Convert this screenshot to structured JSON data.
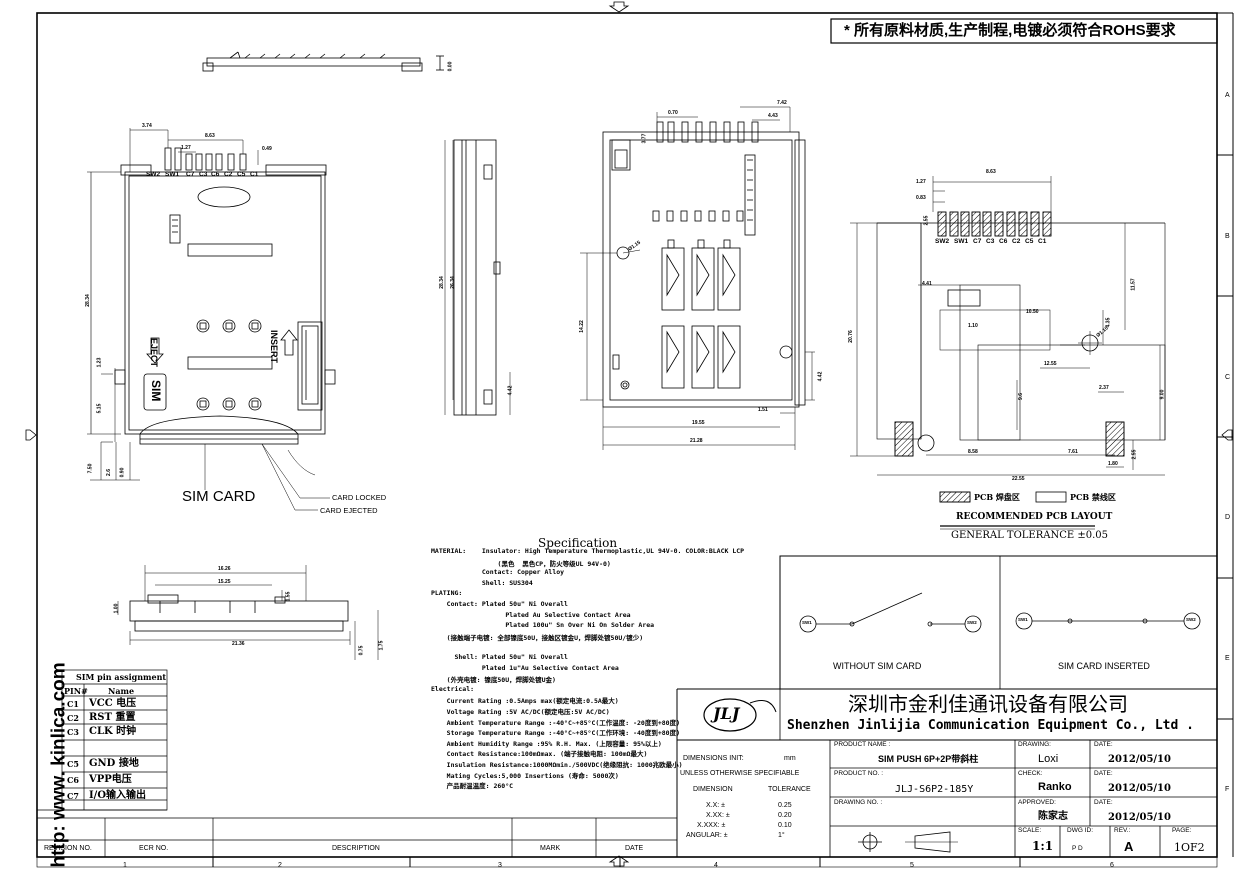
{
  "watermark": "http: www. kinlica.com",
  "rohs_notice": "* 所有原料材质,生产制程,电镀必须符合ROHS要求",
  "zone_letters": [
    "A",
    "B",
    "C",
    "D",
    "E",
    "F"
  ],
  "column_numbers": [
    "1",
    "2",
    "3",
    "4",
    "5",
    "6"
  ],
  "front_view": {
    "pins": [
      "SW2",
      "SW1",
      "C7",
      "C3",
      "C6",
      "C2",
      "C5",
      "C1"
    ],
    "dims": {
      "d374": "3.74",
      "d863": "8.63",
      "d127": "1.27",
      "d049": "0.49",
      "d2884": "28.34",
      "d123": "1.23",
      "d515": "5.15",
      "d750": "7.50",
      "d2": "2.6",
      "d0": "0.90"
    },
    "eject": "EJECT",
    "insert": "INSERT",
    "sim": "SIM",
    "sim_card": "SIM CARD",
    "card_locked": "CARD LOCKED",
    "card_ejected": "CARD EJECTED"
  },
  "top_view_dim": "0.00",
  "side_view_dims": {
    "a": "28.34",
    "b": "26.34",
    "c": "4.42"
  },
  "rear_view_dims": {
    "a": "7.42",
    "b": "4.43",
    "c": "0.70",
    "d": "3.77",
    "e": "14.22",
    "f": "1.51",
    "g": "19.55",
    "h": "21.28",
    "i": "4.42",
    "j": "Ø1.15"
  },
  "bottom_view_dims": {
    "a": "16.26",
    "b": "15.25",
    "c": "21.36",
    "d": "1.00",
    "e": "1.55",
    "f": "0.75",
    "g": "1.75"
  },
  "pcb_layout": {
    "pins": [
      "SW2",
      "SW1",
      "C7",
      "C3",
      "C6",
      "C2",
      "C5",
      "C1"
    ],
    "dims": {
      "a": "1.27",
      "b": "0.83",
      "c": "8.63",
      "d": "2.55",
      "e": "4.41",
      "f": "11.57",
      "g": "20.76",
      "h": "1.10",
      "i": "10.50",
      "j": "4.35",
      "k": "12.55",
      "l": "Ø1.10",
      "m": "9.6",
      "n": "2.37",
      "o": "9.00",
      "p": "8.58",
      "q": "7.61",
      "r": "1.80",
      "s": "22.55",
      "t": "2.55"
    },
    "legend_pad": "PCB 焊盘区",
    "legend_keepout": "PCB 禁线区",
    "title": "RECOMMENDED PCB LAYOUT",
    "tolerance": "GENERAL TOLERANCE ±0.05"
  },
  "switch_diagram": {
    "sw1": "SW1",
    "sw2": "SW2",
    "without": "WITHOUT SIM CARD",
    "inserted": "SIM CARD INSERTED"
  },
  "specification": {
    "title": "Specification",
    "lines": [
      "MATERIAL:    Insulator: High Temperature Thermoplastic,UL 94V-0. COLOR:BLACK LCP",
      "                 (黑色  黑色CP，防火等级UL 94V-0)",
      "             Contact: Copper Alloy",
      "             Shell: SUS304",
      "PLATING:",
      "    Contact: Plated 50u\" Ni Overall",
      "                   Plated Au Selective Contact Area",
      "                   Plated 100u\" Sn Over Ni On Solder Area",
      "    (接触端子电镀: 全部镍底50U，接触区镀金U，焊脚处镀50U/镀少)",
      "",
      "      Shell: Plated 50u\" Ni Overall",
      "             Plated 1u\"Au Selective Contact Area",
      "    (外壳电镀: 镍底50U，焊脚处镀U金)",
      "Electrical:",
      "    Current Rating :0.5Amps max(额定电流:0.5A最大)",
      "    Voltage Rating :5V AC/DC(额定电压:5V AC/DC)",
      "    Ambient Temperature Range :-40°C~+85°C(工作温度: -20度到+80度)",
      "    Storage Temperature Range :-40°C~+85°C(工作环境: -40度到+80度)",
      "    Ambient Humidity Range :95% R.H. Max. (上限容量: 95%以上)",
      "    Contact Resistance:100mΩmax. (端子接触电阻: 100mΩ最大)",
      "    Insulation Resistance:1000MΩmin./500VDC(绝缘阻抗: 1000兆欧最小)",
      "    Mating Cycles:5,000 Insertions (寿命: 5000次)",
      "    产品耐温温度: 260°C"
    ]
  },
  "pin_table": {
    "title": "SIM pin assignment",
    "header": [
      "PIN#",
      "Name"
    ],
    "rows": [
      {
        "pin": "C1",
        "name": "VCC 电压"
      },
      {
        "pin": "C2",
        "name": "RST 重置"
      },
      {
        "pin": "C3",
        "name": "CLK 时钟"
      },
      {
        "pin": "",
        "name": ""
      },
      {
        "pin": "C5",
        "name": "GND 接地"
      },
      {
        "pin": "C6",
        "name": "VPP电压"
      },
      {
        "pin": "C7",
        "name": "I/O输入输出"
      }
    ]
  },
  "revision_block": {
    "revision_no": "REVISION NO.",
    "ecr_no": "ECR NO.",
    "description": "DESCRIPTION",
    "mark": "MARK",
    "date": "DATE"
  },
  "title_block": {
    "company_cn": "深圳市金利佳通讯设备有限公司",
    "company_en": "Shenzhen Jinlijia Communication Equipment Co., Ltd .",
    "logo": "JLJ",
    "dimensions_init": "DIMENSIONS INIT:",
    "dimensions_unit": "mm",
    "unless": "UNLESS OTHERWISE SPECIFIABLE",
    "dimension": "DIMENSION",
    "tolerance": "TOLERANCE",
    "tol_rows": [
      {
        "k": "X.X: ±",
        "v": "0.25"
      },
      {
        "k": "X.XX: ±",
        "v": "0.20"
      },
      {
        "k": "X.XXX: ±",
        "v": "0.10"
      },
      {
        "k": "ANGULAR: ±",
        "v": "1°"
      }
    ],
    "product_name_label": "PRODUCT NAME :",
    "product_name": "SIM PUSH 6P+2P带斜柱",
    "product_no_label": "PRODUCT NO. :",
    "product_no": "JLJ-S6P2-185Y",
    "drawing_no_label": "DRAWING NO. :",
    "drawing_label": "DRAWING:",
    "drawing_by": "Loxi",
    "check_label": "CHECK:",
    "check_by": "Ranko",
    "approved_label": "APPROVED:",
    "approved_by": "陈家志",
    "date_label": "DATE:",
    "date1": "2012/05/10",
    "date2": "2012/05/10",
    "date3": "2012/05/10",
    "scale_label": "SCALE:",
    "scale": "1:1",
    "dwg_id_label": "DWG ID:",
    "dwg_id": "P D",
    "rev_label": "REV.:",
    "rev": "A",
    "page_label": "PAGE:",
    "page": "1OF2"
  }
}
